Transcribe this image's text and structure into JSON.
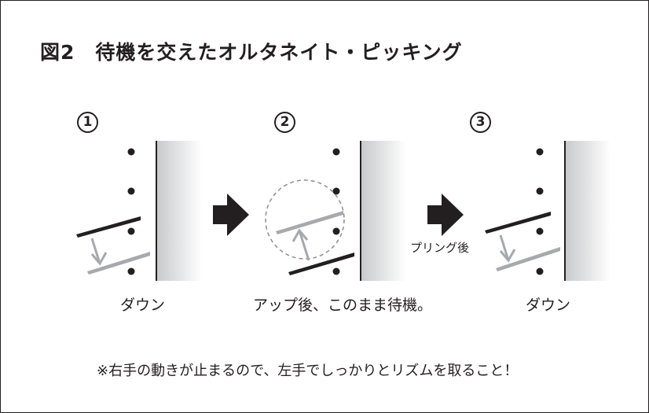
{
  "title": "図2　待機を交えたオルタネイト・ピッキング",
  "steps": [
    {
      "number": "1",
      "caption": "ダウン"
    },
    {
      "number": "2",
      "caption": "アップ後、このまま待機。"
    },
    {
      "number": "3",
      "caption": "ダウン"
    }
  ],
  "pulling_label": "プリング後",
  "note": "※右手の動きが止まるので、左手でしっかりとリズムを取ること！",
  "colors": {
    "ink": "#231f20",
    "gray": "#a7a9ac",
    "string_dot": "#231f20"
  }
}
